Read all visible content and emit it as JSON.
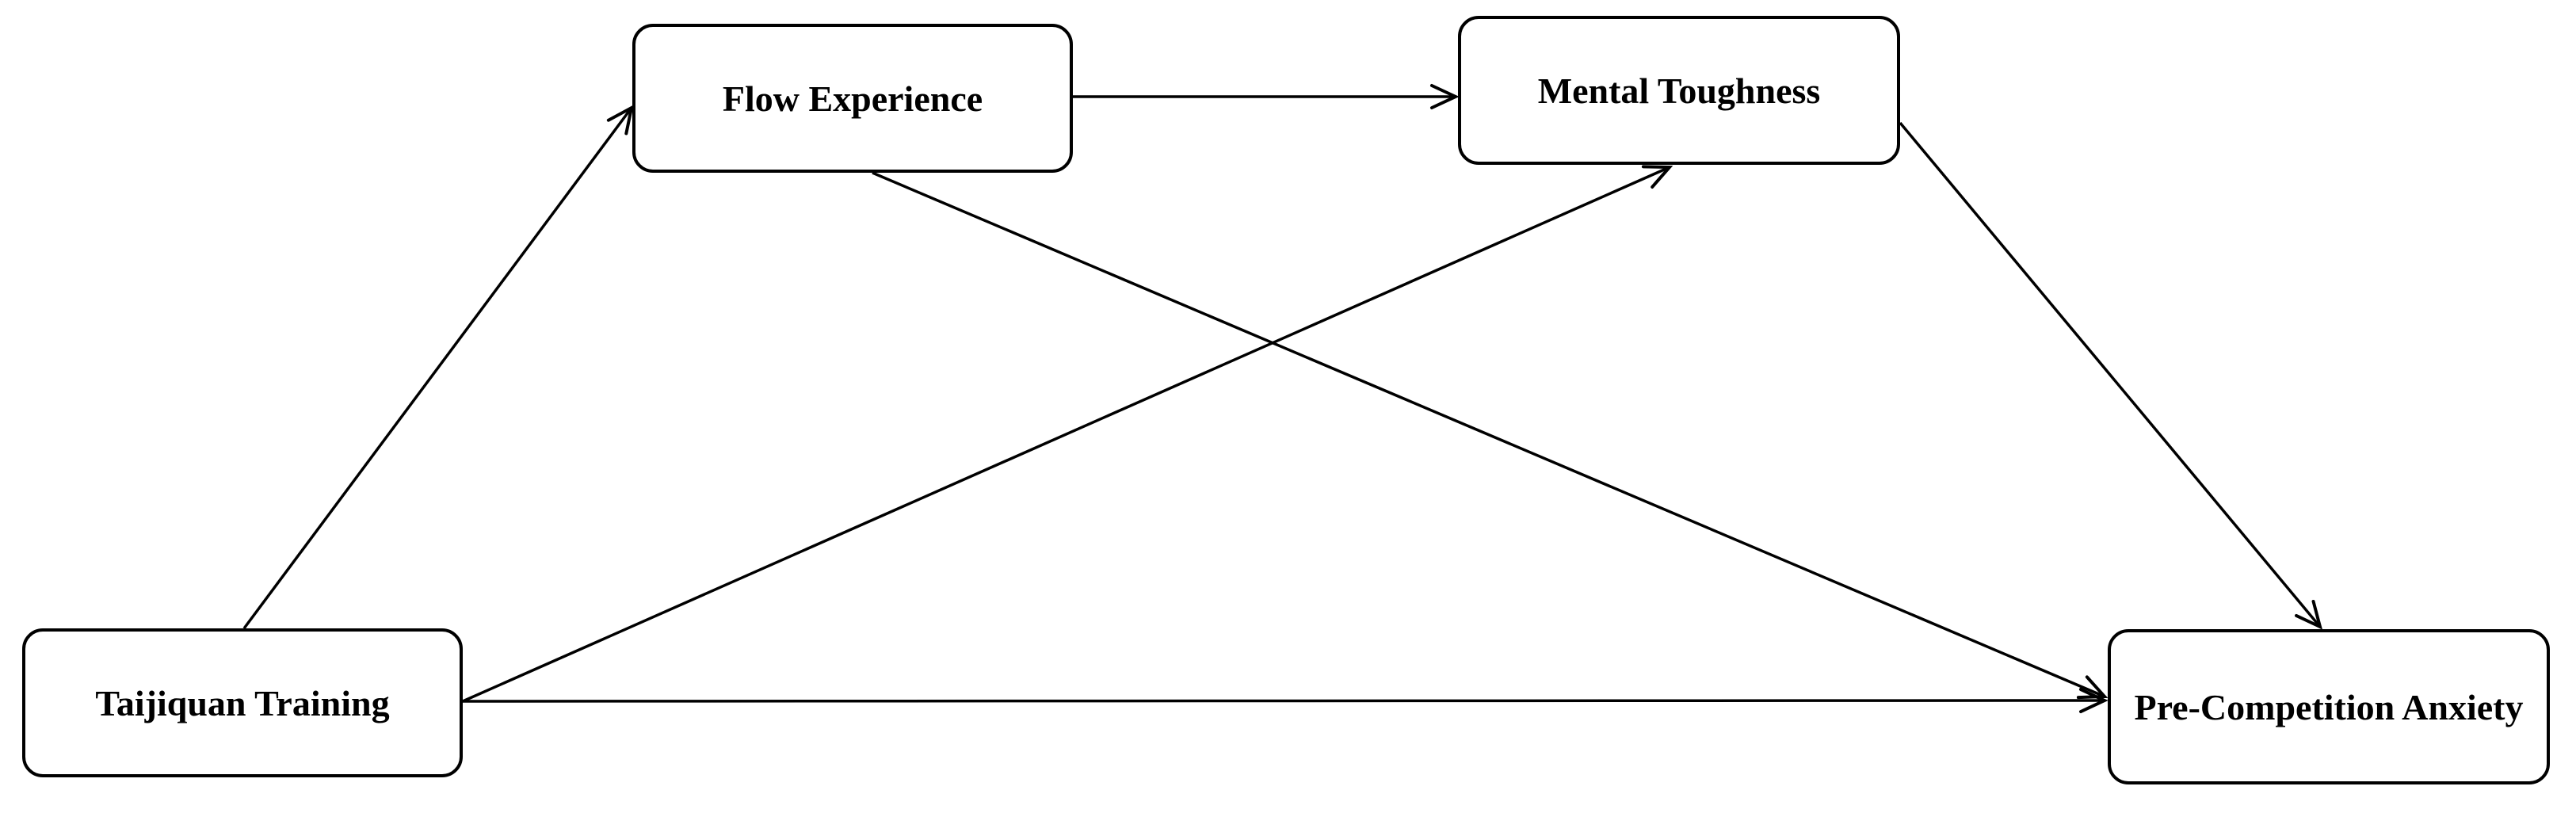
{
  "diagram": {
    "type": "path-model",
    "background_color": "#ffffff",
    "stroke_color": "#000000",
    "text_color": "#000000",
    "nodes": [
      {
        "id": "taijiquan-training",
        "label": "Taijiquan Training"
      },
      {
        "id": "flow-experience",
        "label": "Flow Experience"
      },
      {
        "id": "mental-toughness",
        "label": "Mental Toughness"
      },
      {
        "id": "pre-competition-anxiety",
        "label": "Pre-Competition Anxiety"
      }
    ],
    "edges": [
      {
        "from": "taijiquan-training",
        "to": "flow-experience"
      },
      {
        "from": "flow-experience",
        "to": "mental-toughness"
      },
      {
        "from": "taijiquan-training",
        "to": "mental-toughness"
      },
      {
        "from": "flow-experience",
        "to": "pre-competition-anxiety"
      },
      {
        "from": "mental-toughness",
        "to": "pre-competition-anxiety"
      },
      {
        "from": "taijiquan-training",
        "to": "pre-competition-anxiety"
      }
    ]
  }
}
